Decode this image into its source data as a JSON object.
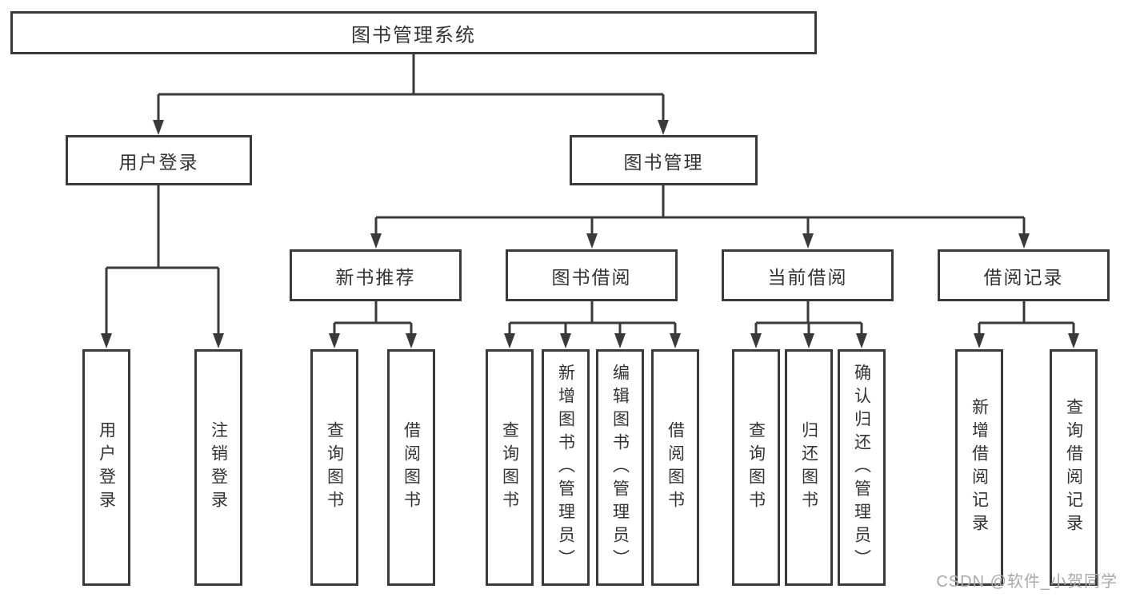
{
  "colors": {
    "line": "#3a3a3a",
    "box_border": "#3a3a3a",
    "text": "#333333",
    "box_background": "#ffffff",
    "page_background": "#ffffff",
    "watermark": "#a8a8a8"
  },
  "tree": {
    "label": "图书管理系统",
    "children": [
      {
        "label": "用户登录",
        "children": [
          {
            "label": "用户登录"
          },
          {
            "label": "注销登录"
          }
        ]
      },
      {
        "label": "图书管理",
        "children": [
          {
            "label": "新书推荐",
            "children": [
              {
                "label": "查询图书"
              },
              {
                "label": "借阅图书"
              }
            ]
          },
          {
            "label": "图书借阅",
            "children": [
              {
                "label": "查询图书"
              },
              {
                "label": "新增图书（管理员）"
              },
              {
                "label": "编辑图书（管理员）"
              },
              {
                "label": "借阅图书"
              }
            ]
          },
          {
            "label": "当前借阅",
            "children": [
              {
                "label": "查询图书"
              },
              {
                "label": "归还图书"
              },
              {
                "label": "确认归还（管理员）"
              }
            ]
          },
          {
            "label": "借阅记录",
            "children": [
              {
                "label": "新增借阅记录"
              },
              {
                "label": "查询借阅记录"
              }
            ]
          }
        ]
      }
    ]
  },
  "watermark": {
    "text": "CSDN @软件_小贺同学"
  }
}
